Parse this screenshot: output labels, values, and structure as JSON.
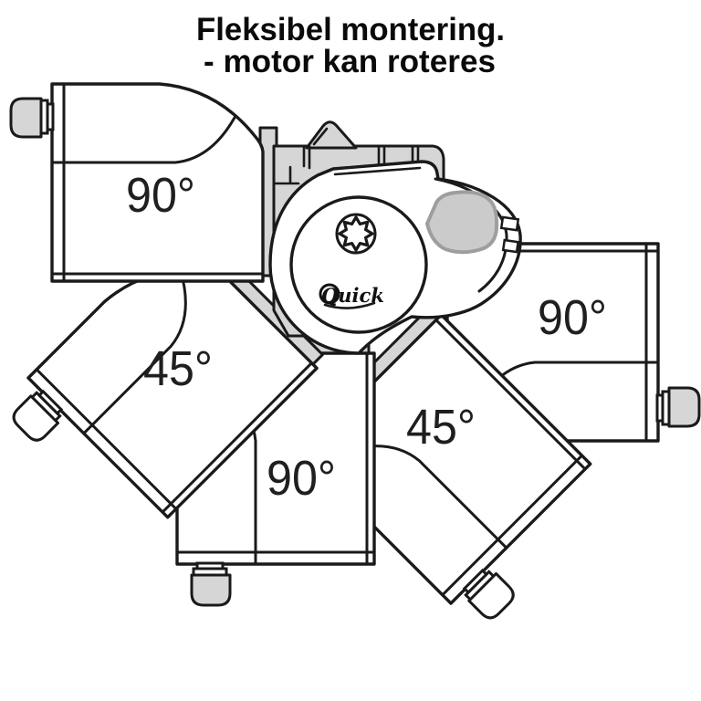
{
  "title": {
    "line1": "Fleksibel montering.",
    "line2": "- motor kan roteres"
  },
  "diagram": {
    "brand_logo": "Quick",
    "angle_labels": [
      {
        "position": "top-left",
        "label": "90°"
      },
      {
        "position": "lower-left",
        "label": "45°"
      },
      {
        "position": "bottom",
        "label": "90°"
      },
      {
        "position": "lower-right",
        "label": "45°"
      },
      {
        "position": "right",
        "label": "90°"
      }
    ],
    "colors": {
      "line": "#1a1a1a",
      "metal_gray": "#d6d6d6",
      "highlight_gray": "#cbcbcb",
      "logo_black": "#111111",
      "background": "#ffffff"
    }
  }
}
